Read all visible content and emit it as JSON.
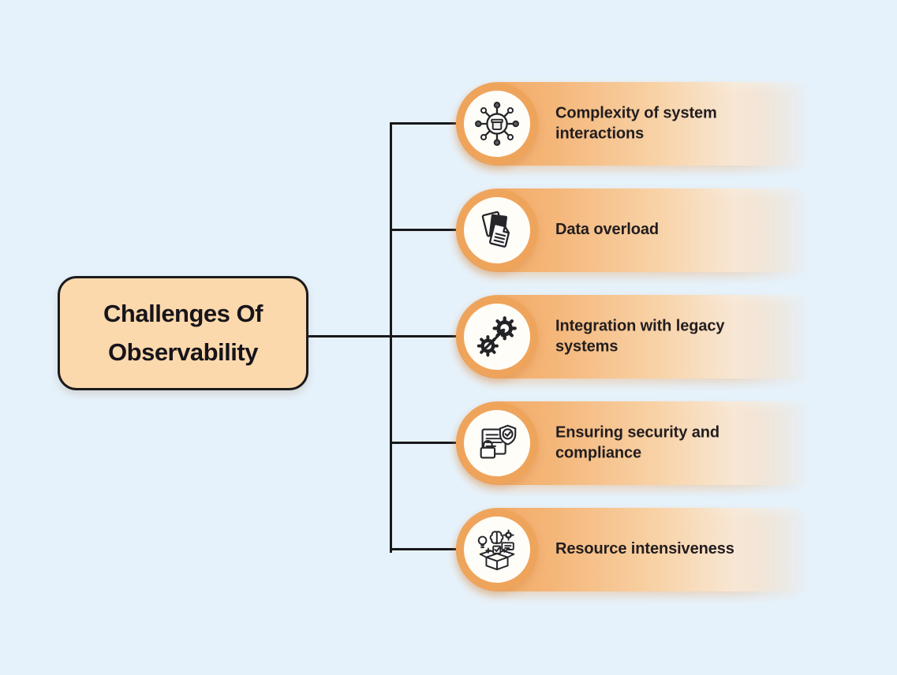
{
  "diagram": {
    "title": "Challenges Of Observability",
    "items": [
      {
        "label": "Complexity of system interactions",
        "icon": "network-hub-icon"
      },
      {
        "label": "Data overload",
        "icon": "documents-stack-icon"
      },
      {
        "label": "Integration with legacy systems",
        "icon": "gears-sync-icon"
      },
      {
        "label": "Ensuring security and compliance",
        "icon": "security-shield-lock-icon"
      },
      {
        "label": "Resource intensiveness",
        "icon": "resource-box-icon"
      }
    ],
    "colors": {
      "background": "#e6f2fb",
      "root_node_fill": "#fcd9ad",
      "root_node_border": "#1b1b1d",
      "connector_line": "#17181b",
      "bar_gradient_start": "#f1a55e",
      "bar_gradient_mid": "#f8d2a6",
      "bar_gradient_end": "rgba(250,233,214,0)",
      "icon_ring": "#efa45c",
      "icon_circle_fill": "#fffdf8",
      "label_text": "#221d1f"
    }
  }
}
